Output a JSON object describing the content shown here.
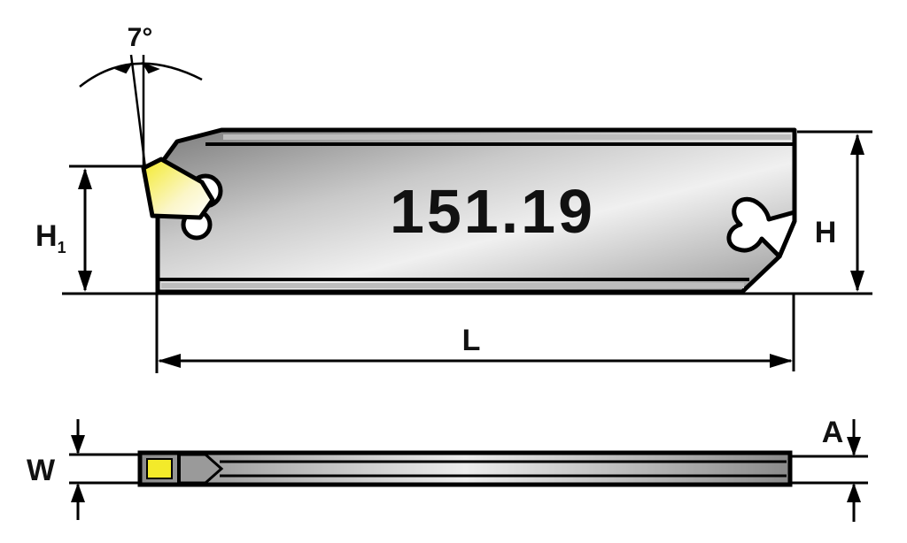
{
  "labels": {
    "angle": "7°",
    "h1_main": "H",
    "h1_sub": "1",
    "height": "H",
    "length": "L",
    "width": "W",
    "a": "A",
    "blade_number": "151.19"
  },
  "colors": {
    "outline": "#000000",
    "insert_yellow": "#f3ea2a",
    "steel_light": "#e4e4e4",
    "steel_dark": "#8e8e8e"
  }
}
